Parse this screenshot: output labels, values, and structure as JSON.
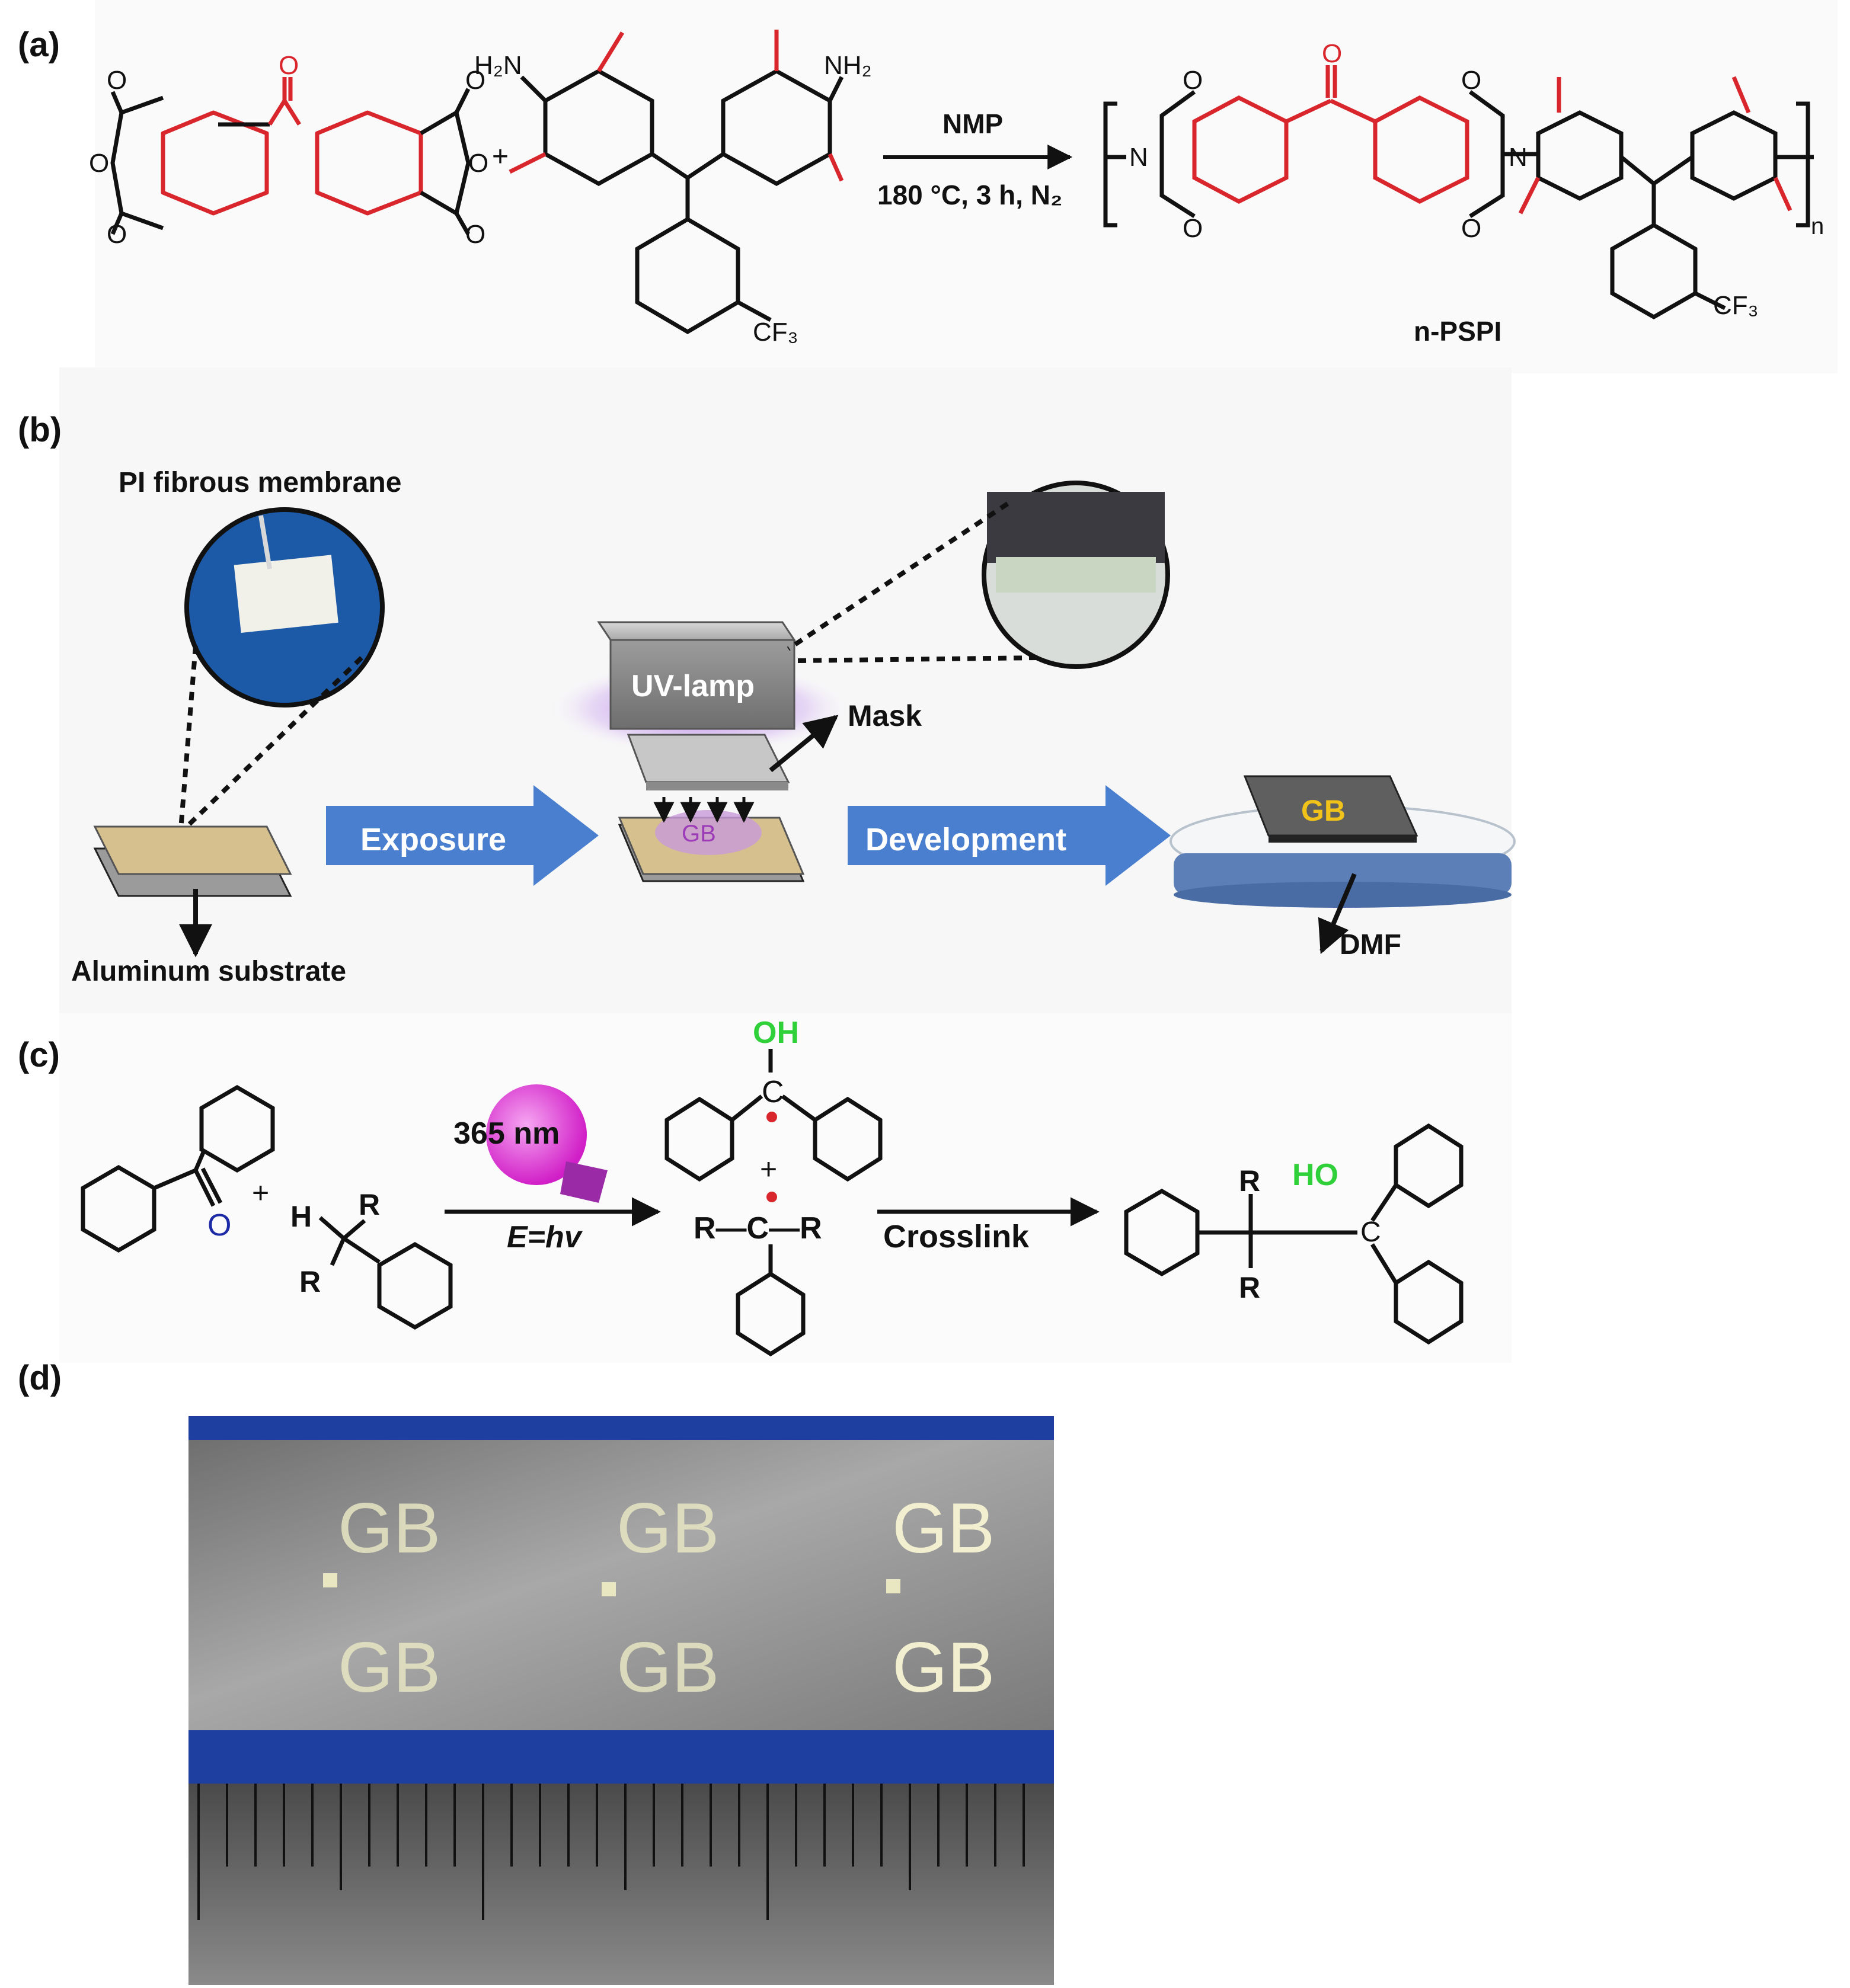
{
  "colors": {
    "highlight_red": "#d9262c",
    "oh_green": "#2fd03a",
    "oxygen_blue": "#1d2aa6",
    "arrow_blue": "#4a7fd0",
    "substrate_tan": "#d6c18e",
    "lamp_purple": "#b77ee0",
    "bulb_magenta": "#e23ad9",
    "photo_blue": "#1f3fa0",
    "photo_foil": "#8e8e8e",
    "membrane_circle_blue": "#1c5aa8"
  },
  "panel_a": {
    "label": "(a)",
    "atoms": {
      "O": "O",
      "N": "N",
      "NH2_left": "H₂N",
      "NH2_right": "NH₂",
      "CF3": "CF₃",
      "n": "n"
    },
    "plus": "+",
    "conditions_top": "NMP",
    "conditions_bottom": "180 °C, 3 h, N₂",
    "product_name": "n-PSPI"
  },
  "panel_b": {
    "label": "(b)",
    "membrane_label": "PI fibrous membrane",
    "substrate_label": "Aluminum substrate",
    "lamp_label": "UV-lamp",
    "mask_label": "Mask",
    "pattern_text": "GB",
    "step1": "Exposure",
    "step2": "Development",
    "solvent_label": "DMF",
    "icons": [
      "magnifier-circle",
      "arrow-right",
      "uv-lamp",
      "petri-dish"
    ]
  },
  "panel_c": {
    "label": "(c)",
    "plus": "+",
    "O": "O",
    "H": "H",
    "R": "R",
    "C": "C",
    "OH": "OH",
    "HO": "HO",
    "wavelength": "365 nm",
    "energy": "E=hv",
    "crosslink": "Crosslink",
    "radical_bond_text": "R—C—R"
  },
  "panel_d": {
    "label": "(d)",
    "pattern_texts": [
      "GB",
      "GB",
      "GB",
      "GB",
      "GB",
      "GB"
    ]
  }
}
